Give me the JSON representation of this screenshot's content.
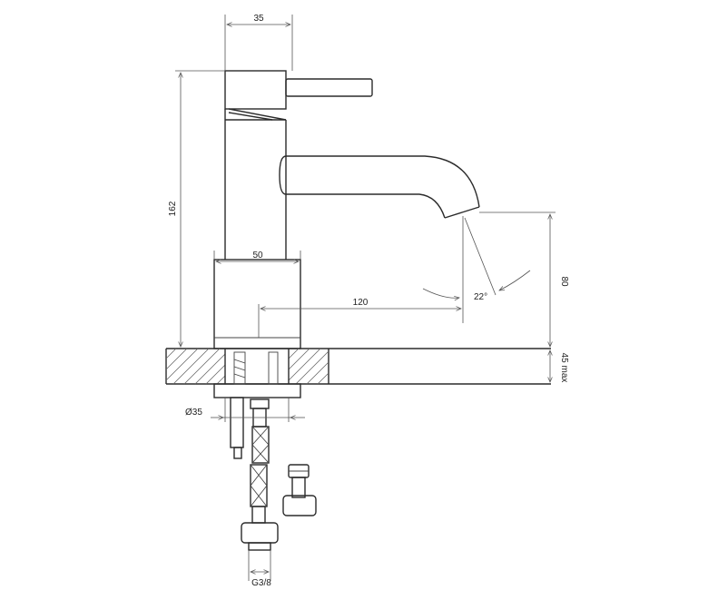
{
  "drawing": {
    "dimensions": {
      "lever_width": "35",
      "total_height": "162",
      "base_width": "50",
      "spout_reach": "120",
      "spout_height": "80",
      "spray_angle": "22°",
      "max_thickness": "45 max",
      "hole_diameter": "Ø35",
      "thread": "G3/8"
    }
  }
}
